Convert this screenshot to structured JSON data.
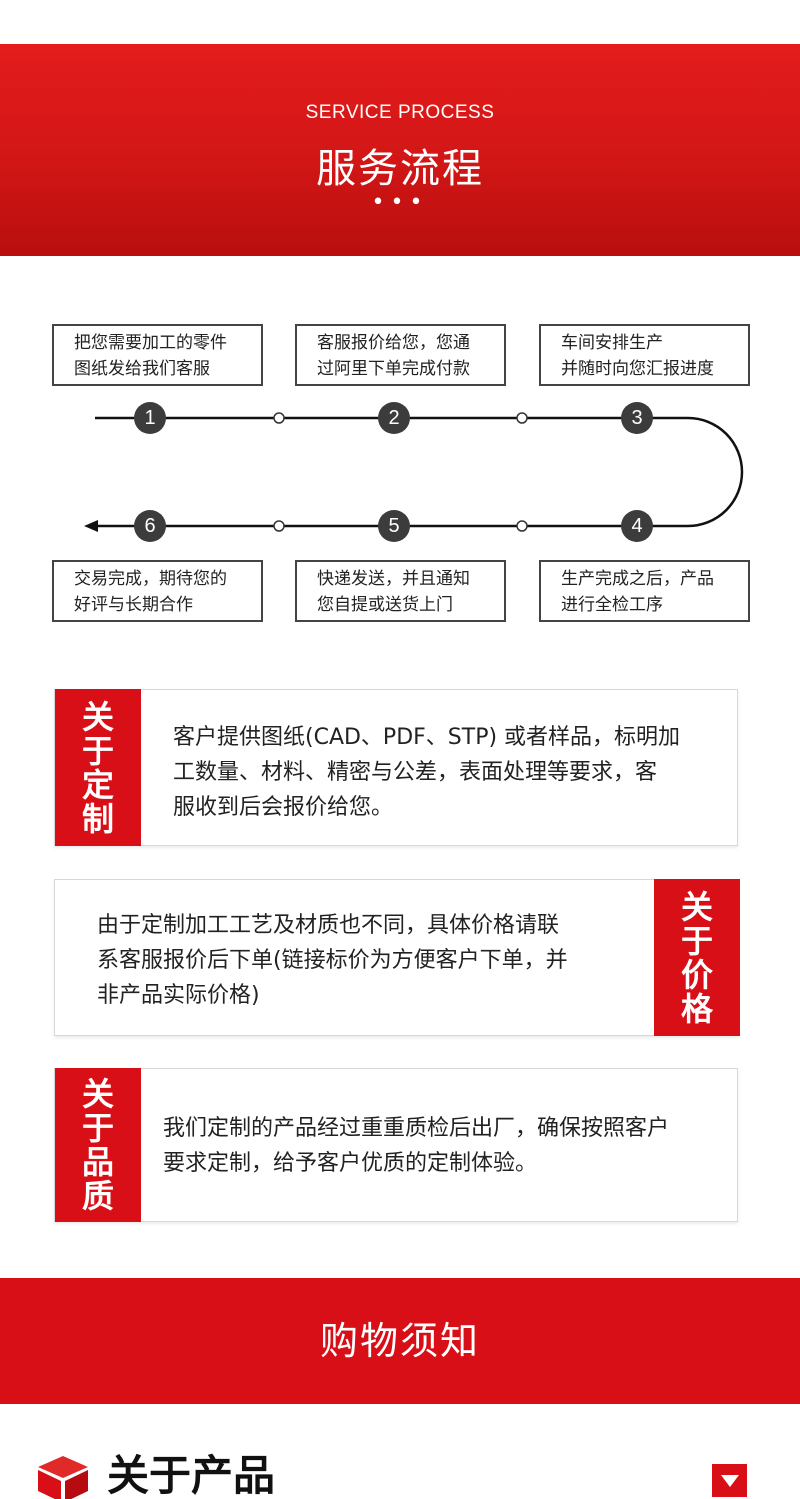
{
  "banner": {
    "subtitle_en": "SERVICE PROCESS",
    "title_cn": "服务流程",
    "dots": "•••"
  },
  "process": {
    "steps": [
      {
        "num": "1",
        "line1": "把您需要加工的零件",
        "line2": "图纸发给我们客服"
      },
      {
        "num": "2",
        "line1": "客服报价给您，您通",
        "line2": "过阿里下单完成付款"
      },
      {
        "num": "3",
        "line1": "车间安排生产",
        "line2": "并随时向您汇报进度"
      },
      {
        "num": "4",
        "line1": "生产完成之后，产品",
        "line2": "进行全检工序"
      },
      {
        "num": "5",
        "line1": "快递发送，并且通知",
        "line2": "您自提或送货上门"
      },
      {
        "num": "6",
        "line1": "交易完成，期待您的",
        "line2": "好评与长期合作"
      }
    ]
  },
  "cards": {
    "custom": {
      "tag": [
        "关",
        "于",
        "定",
        "制"
      ],
      "lines": [
        "客户提供图纸(CAD、PDF、STP) 或者样品，标明加",
        "工数量、材料、精密与公差，表面处理等要求，客",
        "服收到后会报价给您。"
      ]
    },
    "price": {
      "tag": [
        "关",
        "于",
        "价",
        "格"
      ],
      "lines": [
        "由于定制加工工艺及材质也不同，具体价格请联",
        "系客服报价后下单(链接标价为方便客户下单，并",
        "非产品实际价格)"
      ]
    },
    "quality": {
      "tag": [
        "关",
        "于",
        "品",
        "质"
      ],
      "lines": [
        "我们定制的产品经过重重质检后出厂，确保按照客户",
        "要求定制，给予客户优质的定制体验。"
      ]
    }
  },
  "shopping_notice": {
    "title": "购物须知"
  },
  "about_product": {
    "title": "关于产品",
    "icon": "cube-icon",
    "toggle_icon": "triangle-down-icon"
  },
  "colors": {
    "brand_red": "#d80f16",
    "badge_gray": "#3c3c3c"
  }
}
